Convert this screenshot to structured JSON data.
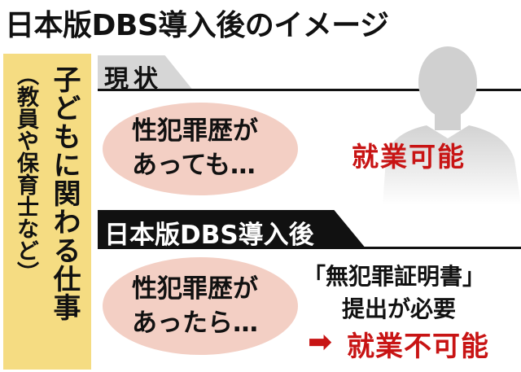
{
  "title": "日本版DBS導入後のイメージ",
  "sidebar": {
    "main": "子どもに関わる仕事",
    "sub": "（教員や保育士など）"
  },
  "current": {
    "tab_label": "現状",
    "ellipse_line1": "性犯罪歴が",
    "ellipse_line2": "あっても…",
    "result": "就業可能"
  },
  "after": {
    "tab_label": "日本版DBS導入後",
    "ellipse_line1": "性犯罪歴が",
    "ellipse_line2": "あったら…",
    "requirement_line1": "「無犯罪証明書」",
    "requirement_line2": "提出が必要",
    "arrow": "➡",
    "result": "就業不可能"
  },
  "colors": {
    "sidebar_bg": "#f5dc82",
    "ellipse_bg": "#f3cfc4",
    "accent_red": "#c81414",
    "tab_gray": "#d6d6d6",
    "tab_black": "#111111"
  },
  "icons": {
    "person": "person-silhouette-icon"
  }
}
